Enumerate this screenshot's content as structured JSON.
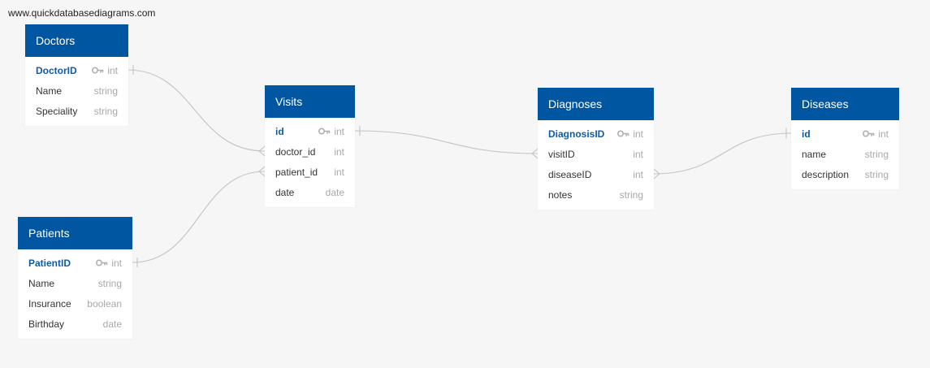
{
  "watermark": "www.quickdatabasediagrams.com",
  "colors": {
    "header": "#0056a0",
    "primary_key_text": "#0f5aa5",
    "type_text": "#a8a8a8",
    "line": "#c3c3c3"
  },
  "tables": {
    "doctors": {
      "title": "Doctors",
      "columns": [
        {
          "name": "DoctorID",
          "type": "int",
          "pk": true
        },
        {
          "name": "Name",
          "type": "string"
        },
        {
          "name": "Speciality",
          "type": "string"
        }
      ]
    },
    "visits": {
      "title": "Visits",
      "columns": [
        {
          "name": "id",
          "type": "int",
          "pk": true
        },
        {
          "name": "doctor_id",
          "type": "int"
        },
        {
          "name": "patient_id",
          "type": "int"
        },
        {
          "name": "date",
          "type": "date"
        }
      ]
    },
    "patients": {
      "title": "Patients",
      "columns": [
        {
          "name": "PatientID",
          "type": "int",
          "pk": true
        },
        {
          "name": "Name",
          "type": "string"
        },
        {
          "name": "Insurance",
          "type": "boolean"
        },
        {
          "name": "Birthday",
          "type": "date"
        }
      ]
    },
    "diagnoses": {
      "title": "Diagnoses",
      "columns": [
        {
          "name": "DiagnosisID",
          "type": "int",
          "pk": true
        },
        {
          "name": "visitID",
          "type": "int"
        },
        {
          "name": "diseaseID",
          "type": "int"
        },
        {
          "name": "notes",
          "type": "string"
        }
      ]
    },
    "diseases": {
      "title": "Diseases",
      "columns": [
        {
          "name": "id",
          "type": "int",
          "pk": true
        },
        {
          "name": "name",
          "type": "string"
        },
        {
          "name": "description",
          "type": "string"
        }
      ]
    }
  },
  "relationships": [
    {
      "from": "Doctors.DoctorID",
      "to": "Visits.doctor_id",
      "cardinality": "one-to-many"
    },
    {
      "from": "Patients.PatientID",
      "to": "Visits.patient_id",
      "cardinality": "one-to-many"
    },
    {
      "from": "Visits.id",
      "to": "Diagnoses.visitID",
      "cardinality": "one-to-many"
    },
    {
      "from": "Diseases.id",
      "to": "Diagnoses.diseaseID",
      "cardinality": "one-to-many"
    }
  ]
}
